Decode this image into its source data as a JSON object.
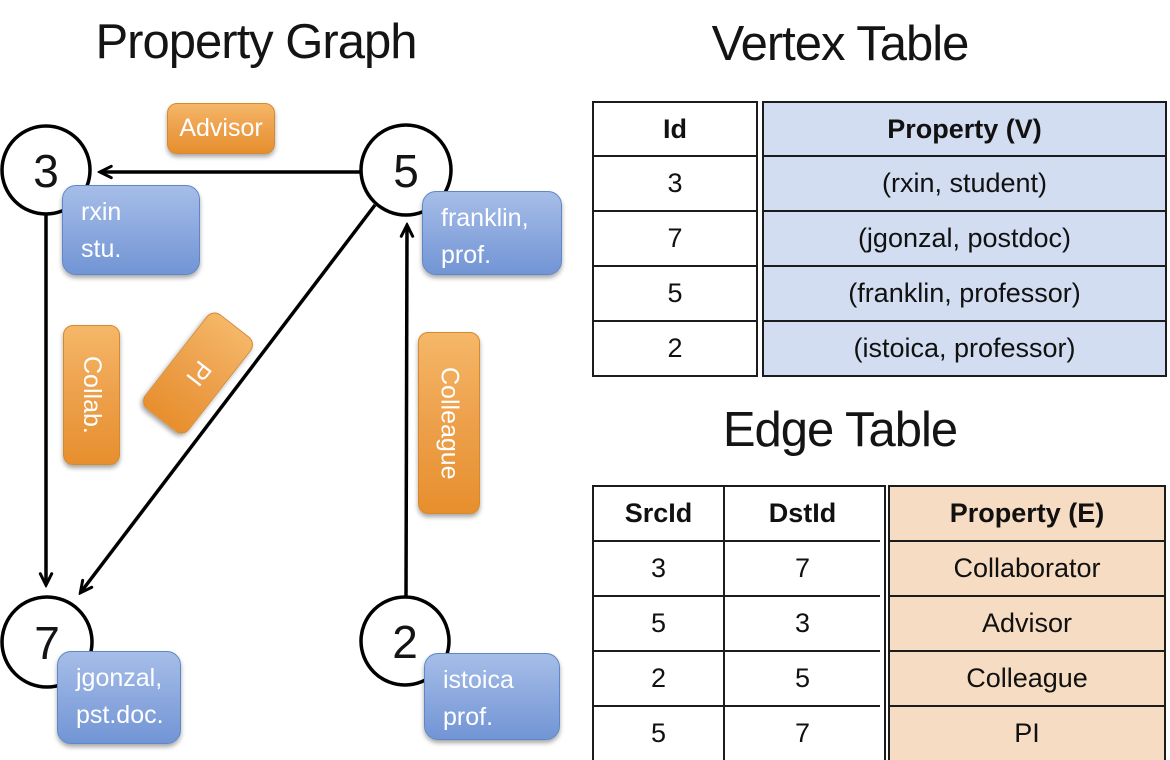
{
  "titles": {
    "graph": "Property Graph",
    "vertex_table": "Vertex Table",
    "edge_table": "Edge Table"
  },
  "graph": {
    "nodes": [
      {
        "id": "3",
        "property": "rxin\nstu."
      },
      {
        "id": "5",
        "property": "franklin,\nprof."
      },
      {
        "id": "7",
        "property": "jgonzal,\npst.doc."
      },
      {
        "id": "2",
        "property": "istoica\nprof."
      }
    ],
    "edge_labels": {
      "advisor": "Advisor",
      "collab": "Collab.",
      "pi": "PI",
      "colleague": "Colleague"
    }
  },
  "vertex_table": {
    "headers": {
      "id": "Id",
      "property": "Property (V)"
    },
    "rows": [
      {
        "id": "3",
        "property": "(rxin, student)"
      },
      {
        "id": "7",
        "property": "(jgonzal, postdoc)"
      },
      {
        "id": "5",
        "property": "(franklin, professor)"
      },
      {
        "id": "2",
        "property": "(istoica, professor)"
      }
    ]
  },
  "edge_table": {
    "headers": {
      "src": "SrcId",
      "dst": "DstId",
      "property": "Property (E)"
    },
    "rows": [
      {
        "src": "3",
        "dst": "7",
        "property": "Collaborator"
      },
      {
        "src": "5",
        "dst": "3",
        "property": "Advisor"
      },
      {
        "src": "2",
        "dst": "5",
        "property": "Colleague"
      },
      {
        "src": "5",
        "dst": "7",
        "property": "PI"
      }
    ]
  },
  "colors": {
    "orange_top": "#f5b768",
    "orange_mid": "#eda04b",
    "orange_bottom": "#e78f2e",
    "orange_border": "#d68a2e",
    "blue_top": "#a6bde8",
    "blue_bottom": "#7295d5",
    "blue_border": "#5f87c8",
    "vertex_cell_bg": "#d2ddf1",
    "edge_cell_bg": "#f6dcc2",
    "line_color": "#000000"
  }
}
